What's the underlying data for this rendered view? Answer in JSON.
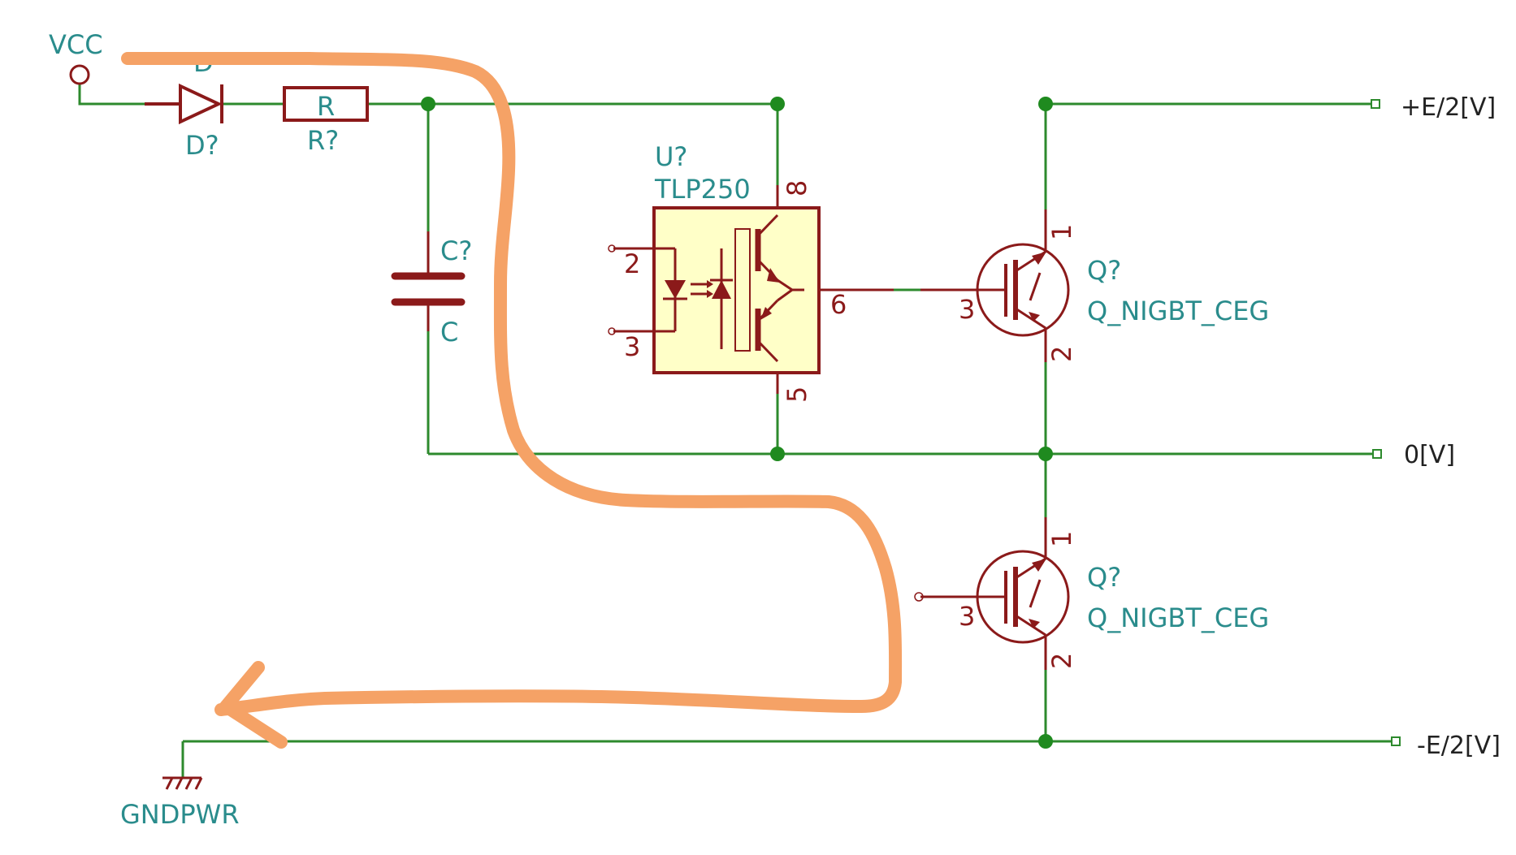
{
  "colors": {
    "wire": "#2d8a2d",
    "component": "#8b1a1a",
    "label": "#2a8c8c",
    "ic_fill": "#ffffc8",
    "junction": "#1f8a1f",
    "annotation_path": "#f5a266"
  },
  "labels": {
    "vcc": "VCC",
    "diode_value": "D",
    "diode_ref": "D?",
    "resistor_value": "R",
    "resistor_ref": "R?",
    "cap_ref": "C?",
    "cap_value": "C",
    "ic_ref": "U?",
    "ic_value": "TLP250",
    "ic_pin_2": "2",
    "ic_pin_3": "3",
    "ic_pin_8": "8",
    "ic_pin_6": "6",
    "ic_pin_5": "5",
    "q1_ref": "Q?",
    "q1_value": "Q_NIGBT_CEG",
    "q1_pin_1": "1",
    "q1_pin_2": "2",
    "q1_pin_3": "3",
    "q2_ref": "Q?",
    "q2_value": "Q_NIGBT_CEG",
    "q2_pin_1": "1",
    "q2_pin_2": "2",
    "q2_pin_3": "3",
    "gnd": "GNDPWR",
    "port_plus": "+E/2[V]",
    "port_zero": "0[V]",
    "port_minus": "-E/2[V]"
  }
}
